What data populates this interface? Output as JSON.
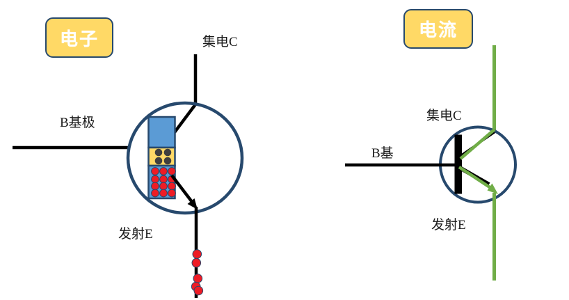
{
  "colors": {
    "badge_fill": "#FFD966",
    "badge_border": "#27496D",
    "badge_text": "#FFFFFF",
    "transistor_outline_navy": "#27496D",
    "semiconductor_blue": "#5B9BD5",
    "semiconductor_yellow": "#FFD966",
    "electron_red": "#EE1C25",
    "hole_dark_gray": "#3F3F3F",
    "current_green": "#70AD47",
    "wire_black": "#000000",
    "label_text": "#1A1A1A"
  },
  "left_diagram": {
    "badge_label": "电子",
    "collector_label": "集电C",
    "base_label": "B基极",
    "emitter_label": "发射E"
  },
  "right_diagram": {
    "badge_label": "电流",
    "collector_label": "集电C",
    "base_label": "B基",
    "emitter_label": "发射E"
  }
}
